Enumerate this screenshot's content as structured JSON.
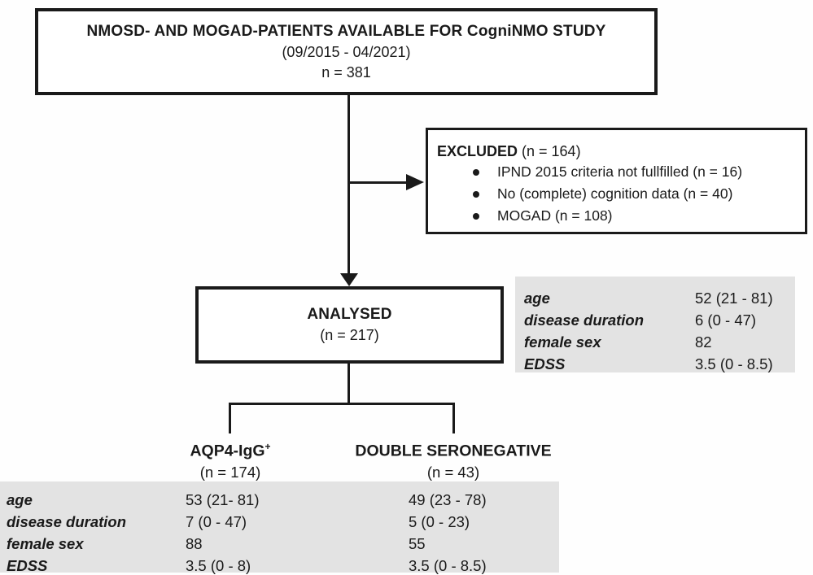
{
  "colors": {
    "ink": "#1a1a1a",
    "table_bg": "#e3e3e3",
    "background": "#ffffff"
  },
  "top_box": {
    "title": "NMOSD- AND MOGAD-PATIENTS AVAILABLE FOR CogniNMO STUDY",
    "period": "(09/2015 - 04/2021)",
    "n": "n = 381"
  },
  "excluded_box": {
    "title": "EXCLUDED",
    "n": " (n = 164)",
    "items": [
      "IPND 2015 criteria not fullfilled (n = 16)",
      "No (complete) cognition data (n = 40)",
      "MOGAD (n = 108)"
    ]
  },
  "analysed_box": {
    "title": "ANALYSED",
    "n": "(n = 217)"
  },
  "analysed_stats": {
    "rows": [
      {
        "label": "age",
        "value": "52 (21 - 81)"
      },
      {
        "label": "disease duration",
        "value": "6 (0 - 47)"
      },
      {
        "label": "female sex",
        "value": "82"
      },
      {
        "label": "EDSS",
        "value": "3.5 (0 - 8.5)"
      }
    ]
  },
  "groups": {
    "aqp4": {
      "name": "AQP4-IgG",
      "sup": "+",
      "n": "(n = 174)"
    },
    "seronegative": {
      "name": "DOUBLE SERONEGATIVE",
      "sup": "",
      "n": "(n = 43)"
    }
  },
  "group_stats": {
    "rows": [
      {
        "label": "age",
        "aqp4": "53 (21- 81)",
        "seronegative": "49 (23 - 78)"
      },
      {
        "label": "disease duration",
        "aqp4": "7 (0 - 47)",
        "seronegative": "5 (0 - 23)"
      },
      {
        "label": "female sex",
        "aqp4": "88",
        "seronegative": "55"
      },
      {
        "label": "EDSS",
        "aqp4": "3.5 (0 - 8)",
        "seronegative": "3.5 (0 - 8.5)"
      }
    ]
  }
}
